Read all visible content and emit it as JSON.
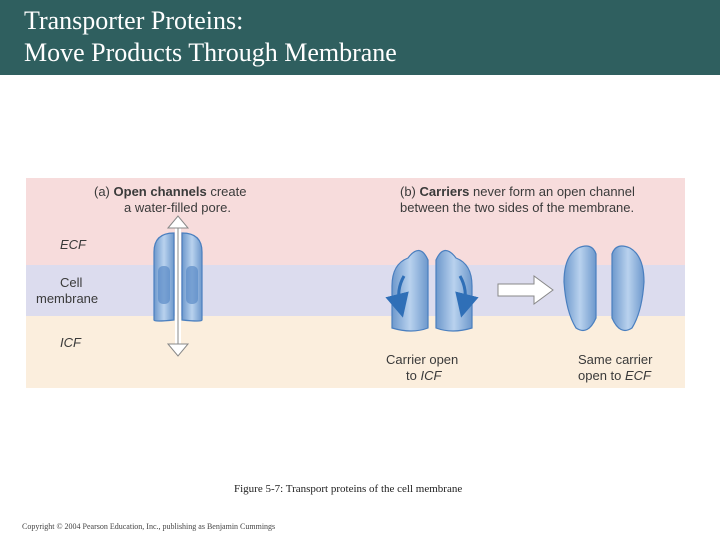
{
  "title": {
    "line1": "Transporter Proteins:",
    "line2": "Move Products Through Membrane"
  },
  "figure": {
    "labels": {
      "ecf": "ECF",
      "cell_membrane_line1": "Cell",
      "cell_membrane_line2": "membrane",
      "icf": "ICF"
    },
    "panel_a": {
      "tag": "(a)",
      "heading": "Open channels",
      "text_line1": "create",
      "text_line2": "a water-filled pore."
    },
    "panel_b": {
      "tag": "(b)",
      "heading": "Carriers",
      "text_line1": "never form an open channel",
      "text_line2": "between the two sides of the membrane."
    },
    "carrier_open_icf": {
      "line1": "Carrier open",
      "line2_prefix": "to",
      "line2_emph": "ICF"
    },
    "carrier_open_ecf": {
      "line1": "Same carrier",
      "line2_prefix": "open to",
      "line2_emph": "ECF"
    },
    "colors": {
      "ecf_band": "#f7dcdc",
      "membrane_band": "#dcdcee",
      "icf_band": "#fbeedd",
      "protein": "#8fb3dc",
      "protein_dark": "#4a7fbf"
    }
  },
  "caption": "Figure 5-7: Transport proteins of the cell membrane",
  "copyright": "Copyright © 2004 Pearson Education, Inc., publishing as Benjamin Cummings"
}
